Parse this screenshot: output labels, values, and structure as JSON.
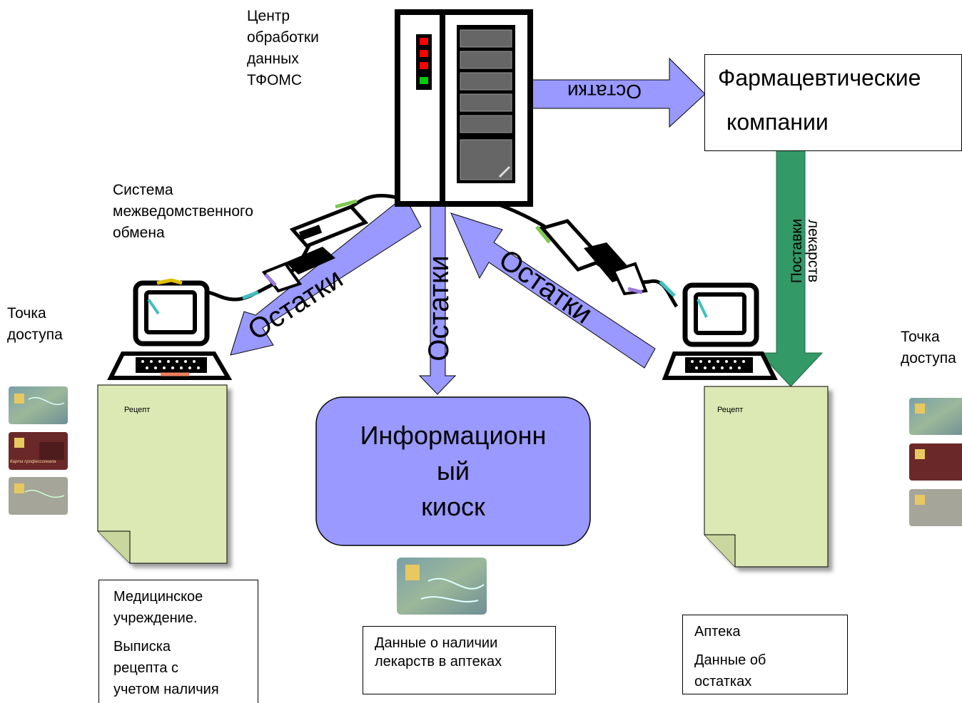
{
  "labels": {
    "center": "Центр\nобработки\nданных\nТФОМС",
    "mvo": "Система\nмежведомственного\nобмена",
    "access_left": "Точка\nдоступа",
    "access_right": "Точка\nдоступа",
    "pharma_line1": "Фармацевтические",
    "pharma_line2": "компании",
    "kiosk_line1": "Информационн",
    "kiosk_line2": "ый",
    "kiosk_line3": "киоск",
    "recipe_left": "Рецепт",
    "recipe_right": "Рецепт",
    "med_title": "Медицинское\nучреждение.",
    "med_body": "Выписка\nрецепта с\nучетом наличия",
    "kiosk_caption": "Данные о наличии\nлекарств в аптеках",
    "pharmacy_title": "Аптека",
    "pharmacy_body": "Данные об\nостатках",
    "card_title": "Карта профессионала"
  },
  "arrows": {
    "to_pharma": "Остатки",
    "to_left": "Остатки",
    "down_center": "Остатки",
    "from_right": "Остатки",
    "supply_line1": "Поставки",
    "supply_line2": "лекарств"
  },
  "colors": {
    "arrow_fill": "#9999ff",
    "supply_fill": "#339966",
    "doc_fill": "#dde9b4",
    "kiosk_fill": "#9999ff"
  }
}
